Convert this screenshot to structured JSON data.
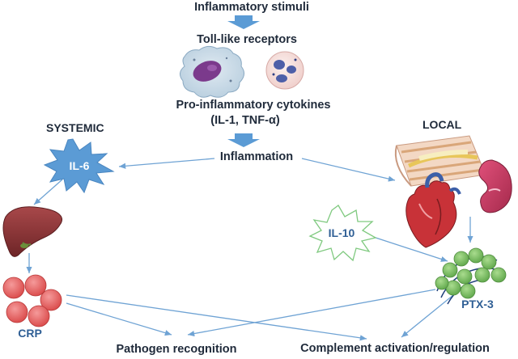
{
  "title": "Inflammatory stimuli",
  "receptors": "Toll-like receptors",
  "cytokines_line1": "Pro-inflammatory cytokines",
  "cytokines_line2": "(IL-1, TNF-α)",
  "inflammation": "Inflammation",
  "systemic": "SYSTEMIC",
  "local": "LOCAL",
  "il6": "IL-6",
  "il10": "IL-10",
  "crp": "CRP",
  "ptx3": "PTX-3",
  "pathogen_recognition": "Pathogen recognition",
  "complement": "Complement activation/regulation",
  "colors": {
    "text": "#1f2a3a",
    "label_blue": "#2f5f95",
    "arrow": "#6fa3d4",
    "il6_fill": "#5b9bd5",
    "il10_outline": "#7fc97f",
    "crp_fill": "#e96a6a",
    "ptx3_fill": "#7dbf6a",
    "liver": "#8e3a3a",
    "kidney": "#c43c63"
  },
  "icons": [
    "macrophage-cell-icon",
    "neutrophil-cell-icon",
    "liver-icon",
    "crp-pentamer-icon",
    "artery-icon",
    "heart-icon",
    "kidney-icon",
    "ptx3-octamer-icon"
  ]
}
